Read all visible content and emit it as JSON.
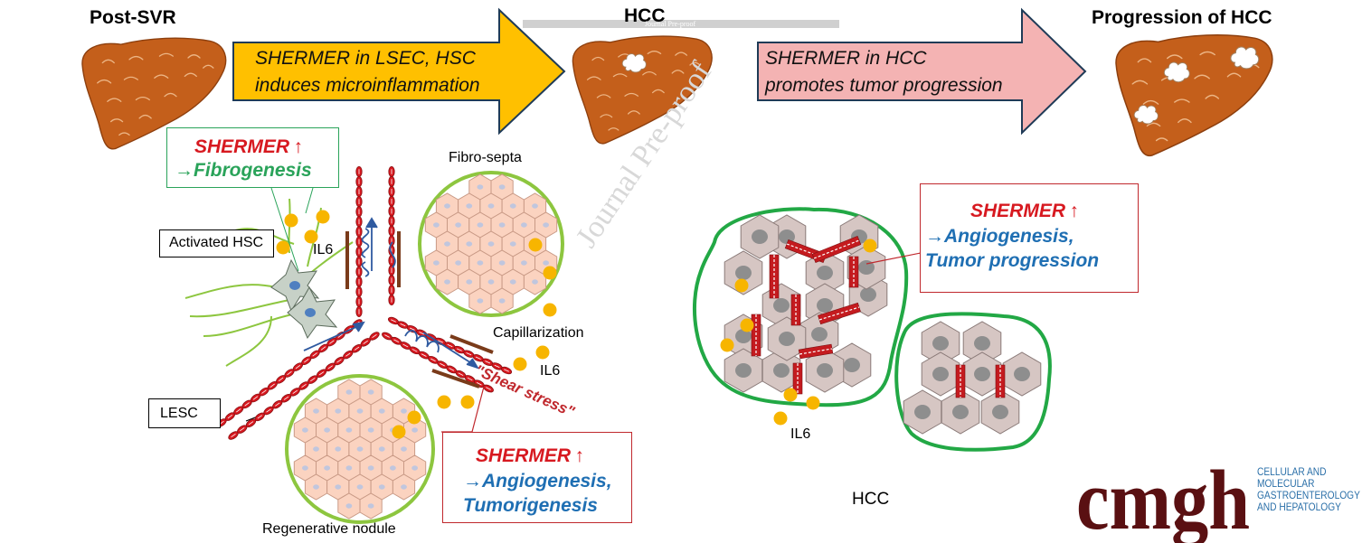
{
  "stages": {
    "left": "Post-SVR",
    "middle": "HCC",
    "right": "Progression of HCC"
  },
  "watermark_top": "Journal Pre-proof",
  "watermark_diag": "Journal Pre-proof",
  "arrow1": {
    "line1": "SHERMER in LSEC, HSC",
    "line2": "induces microinflammation"
  },
  "arrow2": {
    "line1": "SHERMER in HCC",
    "line2": "promotes tumor progression"
  },
  "box_fibro": {
    "shermer": "SHERMER",
    "up": "↑",
    "line2": "→Fibrogenesis"
  },
  "box_angio_left": {
    "shermer": "SHERMER",
    "up": "↑",
    "line2": "→Angiogenesis,",
    "line3": "Tumorigenesis"
  },
  "box_angio_right": {
    "shermer": "SHERMER",
    "up": "↑",
    "line2": "→Angiogenesis,",
    "line3": "Tumor progression"
  },
  "labels": {
    "activated_hsc": "Activated HSC",
    "il6_a": "IL6",
    "il6_b": "IL6",
    "il6_c": "IL6",
    "fibro_septa": "Fibro-septa",
    "capillarization": "Capillarization",
    "shear_stress": "\"Shear stress\"",
    "lesc": "LESC",
    "regenerative_nodule": "Regenerative nodule",
    "hcc_bottom": "HCC"
  },
  "logo": {
    "mark": "cmgh",
    "line1": "CELLULAR AND",
    "line2": "MOLECULAR",
    "line3": "GASTROENTEROLOGY",
    "line4": "AND HEPATOLOGY"
  },
  "colors": {
    "liver": "#c45f1b",
    "arrow1_fill": "#ffc000",
    "arrow2_fill": "#f4b3b3",
    "arrow_stroke": "#1f3b57",
    "vessel_red": "#d71920",
    "nodule_green": "#8dc63f",
    "tumor_green": "#22a845",
    "il6_dot": "#f7b500",
    "logo": "#5a1012",
    "logo_text": "#2a6fa8"
  }
}
